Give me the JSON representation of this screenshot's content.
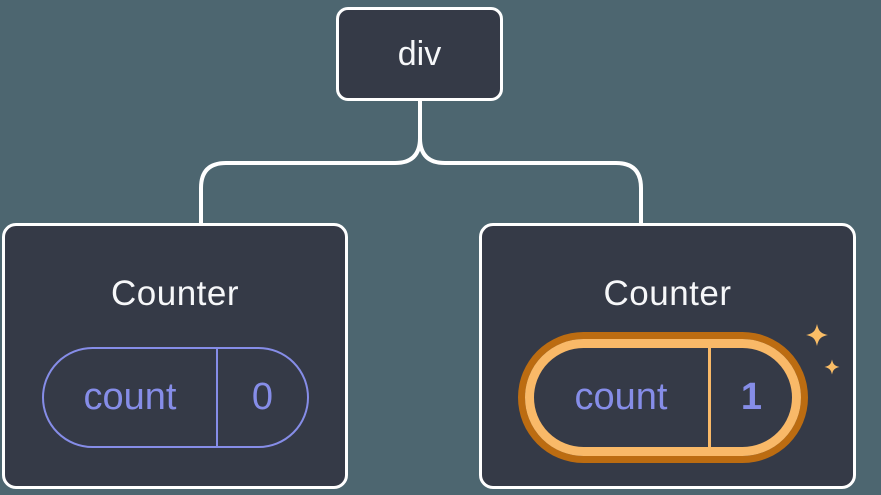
{
  "diagram": {
    "root": {
      "label": "div"
    },
    "children": [
      {
        "title": "Counter",
        "state_key": "count",
        "state_value": "0",
        "highlighted": false
      },
      {
        "title": "Counter",
        "state_key": "count",
        "state_value": "1",
        "highlighted": true
      }
    ]
  },
  "icons": {
    "sparkles": "sparkles-icon"
  },
  "colors": {
    "background": "#4d6670",
    "node_fill": "#353a47",
    "node_border": "#ffffff",
    "state_purple": "#868de8",
    "highlight_orange_dark": "#bc6c11",
    "highlight_orange_light": "#f9b968",
    "sparkle": "#fabd66",
    "title_text": "#f6f7f9"
  }
}
